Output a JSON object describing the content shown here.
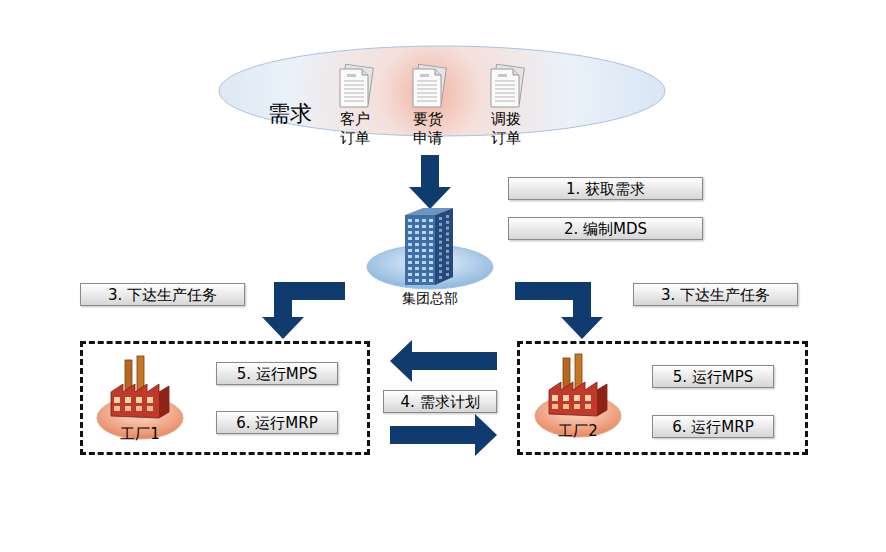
{
  "diagram": {
    "nodes": [
      {
        "text": [
          "需求"
        ]
      },
      {
        "text": [
          "客户 订单"
        ],
        "in": 0
      },
      {
        "text": [
          "要货 申请"
        ],
        "in": 0
      },
      {
        "text": [
          "调拨 订单"
        ],
        "in": 0
      },
      {
        "text": [
          "1. 获取需求"
        ]
      },
      {
        "text": [
          "2. 编制MDS"
        ]
      },
      {
        "text": [
          "集团总部"
        ]
      },
      {
        "text": [
          "3. 下达生产任务"
        ]
      },
      {
        "text": [
          "3. 下达生产任务"
        ]
      },
      {
        "text": []
      },
      {
        "text": [
          "工厂1"
        ],
        "in": 9
      },
      {
        "text": [
          "5. 运行MPS"
        ],
        "in": 9
      },
      {
        "text": [
          "6. 运行MRP"
        ],
        "in": 9
      },
      {
        "text": [
          "4. 需求计划"
        ]
      },
      {
        "text": []
      },
      {
        "text": [
          "工厂2"
        ],
        "in": 14
      },
      {
        "text": [
          "5. 运行MPS"
        ],
        "in": 14
      },
      {
        "text": [
          "6. 运行MRP"
        ],
        "in": 14
      }
    ],
    "edges": [
      {
        "from": 0,
        "to": 6,
        "arrow": "to"
      },
      {
        "from": 6,
        "to": 9,
        "arrow": "to"
      },
      {
        "from": 6,
        "to": 14,
        "arrow": "to"
      },
      {
        "from": 14,
        "to": 9,
        "arrow": "to"
      },
      {
        "from": 9,
        "to": 14,
        "arrow": "to"
      }
    ]
  }
}
